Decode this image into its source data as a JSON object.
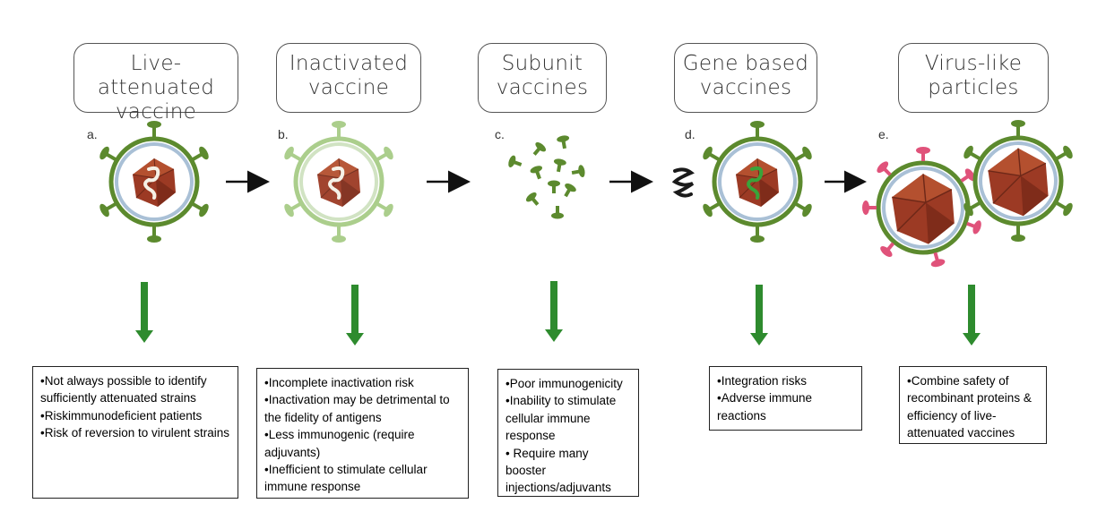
{
  "panels": [
    {
      "letter": "a.",
      "title": [
        "Live-attenuated",
        "vaccine"
      ],
      "notes": [
        "•Not always possible to identify sufficiently attenuated strains",
        "•Riskimmunodeficient patients",
        "•Risk of reversion to virulent strains"
      ]
    },
    {
      "letter": "b.",
      "title": [
        "Inactivated",
        "vaccine"
      ],
      "notes": [
        "•Incomplete inactivation risk",
        "•Inactivation may be detrimental to the fidelity of antigens",
        "•Less immunogenic (require adjuvants)",
        "•Inefficient to stimulate cellular immune response"
      ]
    },
    {
      "letter": "c.",
      "title": [
        "Subunit",
        "vaccines"
      ],
      "notes": [
        "•Poor immunogenicity",
        "•Inability to stimulate cellular immune response",
        "• Require many booster injections/adjuvants"
      ]
    },
    {
      "letter": "d.",
      "title": [
        "Gene based",
        "vaccines"
      ],
      "notes": [
        "•Integration risks",
        "•Adverse immune reactions"
      ]
    },
    {
      "letter": "e.",
      "title": [
        "Virus-like",
        "particles"
      ],
      "notes": [
        "•Combine safety of recombinant proteins & efficiency of live-attenuated vaccines"
      ]
    }
  ],
  "colors": {
    "virus_envelope": "#5c8a2e",
    "membrane": "#a9c0d6",
    "capsid": "#a8402a",
    "arrow_green": "#2e8b2e",
    "vlp_spike": "#e0527a"
  }
}
